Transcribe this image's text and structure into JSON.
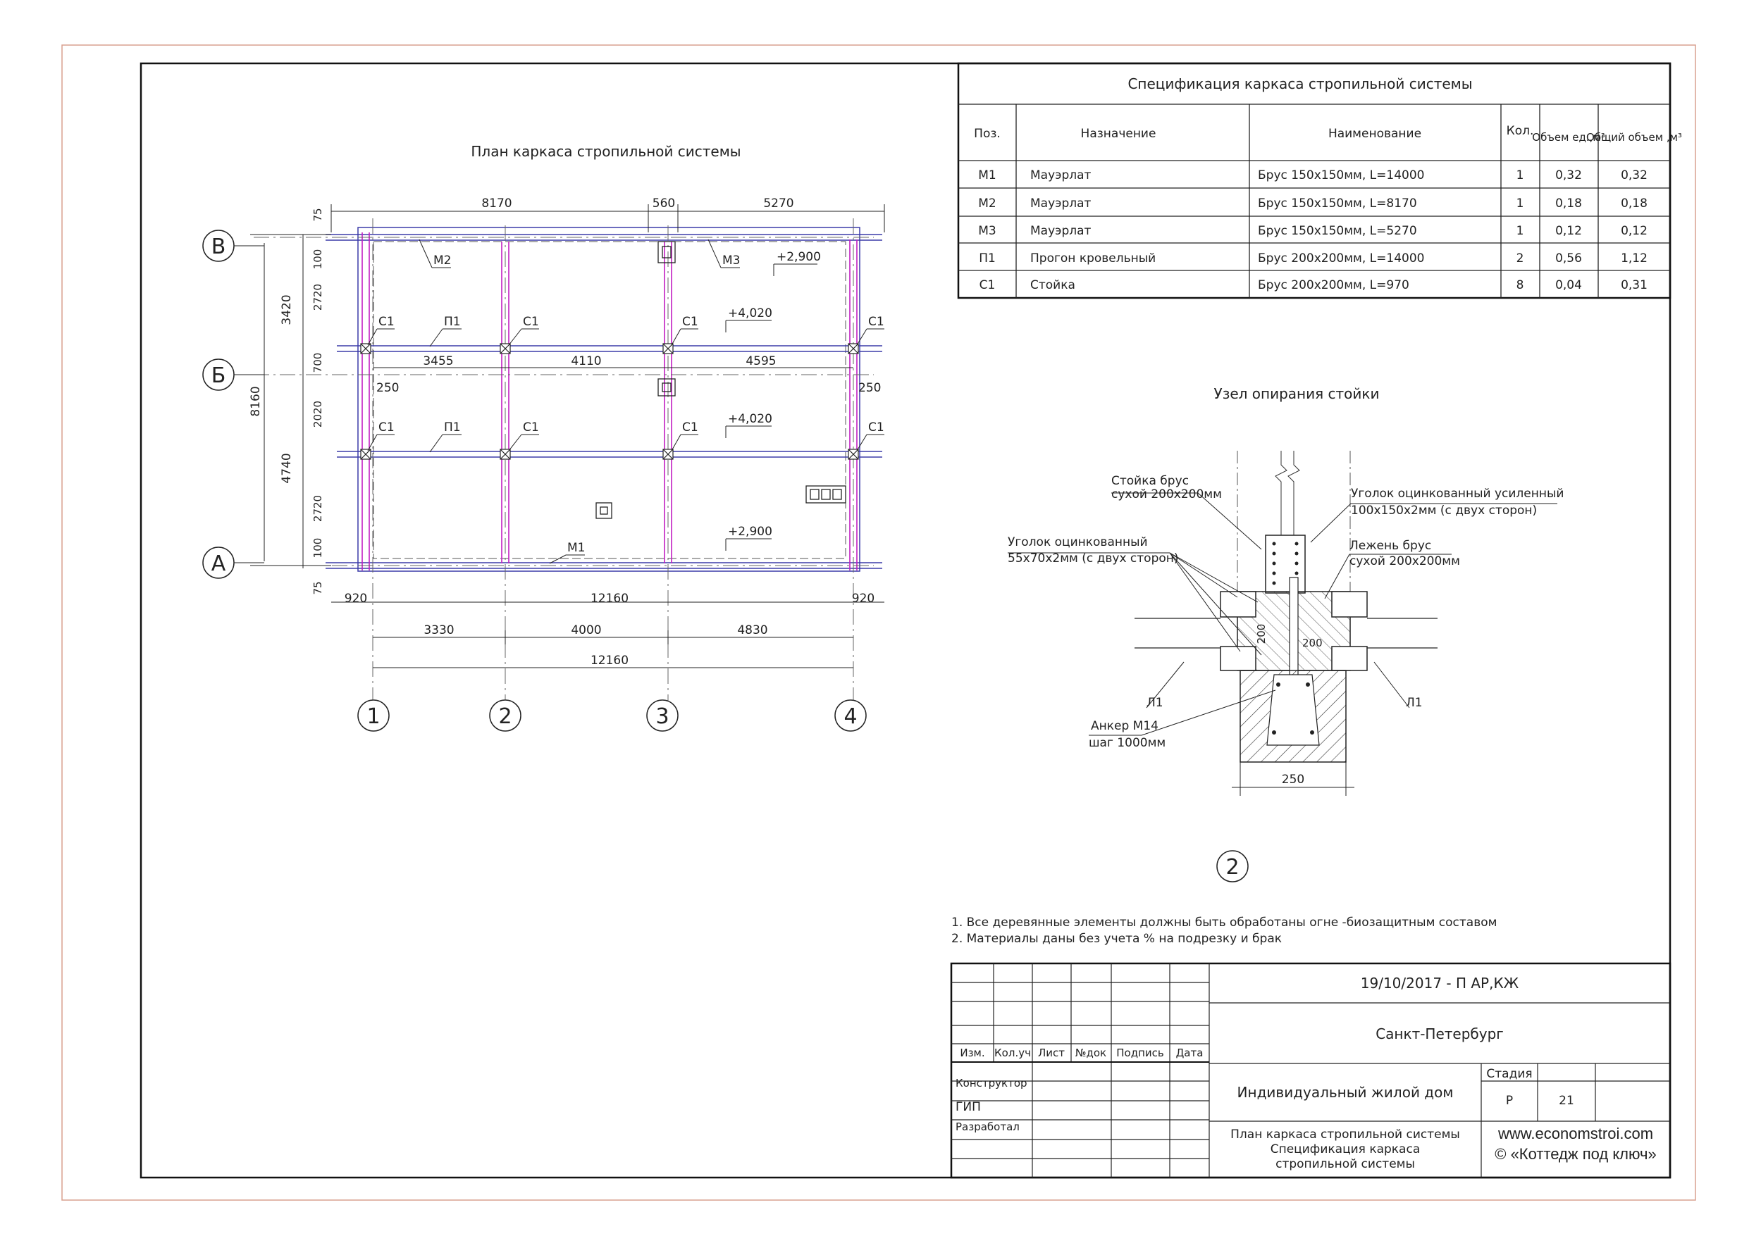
{
  "plan": {
    "title": "План каркаса стропильной системы",
    "axes_rows": [
      "В",
      "Б",
      "А"
    ],
    "axes_cols": [
      "1",
      "2",
      "3",
      "4"
    ],
    "dims_top": [
      "8170",
      "560",
      "5270"
    ],
    "dims_inner": [
      "3455",
      "4110",
      "4595"
    ],
    "dims_left_outer": [
      "3420",
      "4740"
    ],
    "dims_left_total": "8160",
    "dims_left_inner": [
      "75",
      "100",
      "2720",
      "700",
      "2020",
      "2720",
      "100",
      "75"
    ],
    "dims_bottom_1": [
      "920",
      "12160",
      "920"
    ],
    "dims_bottom_2": [
      "3330",
      "4000",
      "4830"
    ],
    "dims_bottom_3": "12160",
    "side_250": "250",
    "labels": {
      "m1": "М1",
      "m2": "М2",
      "m3": "М3",
      "p1": "П1",
      "c1": "С1"
    },
    "levels": {
      "l2900": "+2,900",
      "l4020": "+4,020"
    }
  },
  "spec": {
    "title": "Спецификация каркаса стропильной системы",
    "headers": {
      "pos": "Поз.",
      "purpose": "Назначение",
      "name": "Наименование",
      "qty": "Кол.",
      "vol1": "Объем ед.,м³",
      "vol2": "Общий объем ,м³"
    },
    "rows": [
      {
        "pos": "М1",
        "purpose": "Мауэрлат",
        "name": "Брус 150х150мм, L=14000",
        "qty": "1",
        "v1": "0,32",
        "v2": "0,32"
      },
      {
        "pos": "М2",
        "purpose": "Мауэрлат",
        "name": "Брус 150х150мм, L=8170",
        "qty": "1",
        "v1": "0,18",
        "v2": "0,18"
      },
      {
        "pos": "М3",
        "purpose": "Мауэрлат",
        "name": "Брус 150х150мм, L=5270",
        "qty": "1",
        "v1": "0,12",
        "v2": "0,12"
      },
      {
        "pos": "П1",
        "purpose": "Прогон кровельный",
        "name": "Брус 200х200мм, L=14000",
        "qty": "2",
        "v1": "0,56",
        "v2": "1,12"
      },
      {
        "pos": "С1",
        "purpose": "Стойка",
        "name": "Брус 200х200мм, L=970",
        "qty": "8",
        "v1": "0,04",
        "v2": "0,31"
      }
    ]
  },
  "node": {
    "title": "Узел опирания стойки",
    "post_1": "Стойка брус",
    "post_2": "сухой 200х200мм",
    "reinf_1": "Уголок оцинкованный усиленный",
    "reinf_2": "100х150х2мм (с двух сторон)",
    "angle_1": "Уголок оцинкованный",
    "angle_2": "55х70х2мм (с двух сторон)",
    "lezhen_1": "Лежень брус",
    "lezhen_2": "сухой 200х200мм",
    "anchor_1": "Анкер М14",
    "anchor_2": "шаг 1000мм",
    "l1": "Л1",
    "d200": "200",
    "d250": "250",
    "marker": "2"
  },
  "notes": [
    "1. Все деревянные элементы должны быть обработаны огне -биозащитным составом",
    "2. Материалы даны без учета % на подрезку и брак"
  ],
  "stamp": {
    "code": "19/10/2017 - П АР,КЖ",
    "city": "Санкт-Петербург",
    "object": "Индивидуальный жилой дом",
    "sheet_1": "План каркаса стропильной системы",
    "sheet_2": "Спецификация каркаса",
    "sheet_3": "стропильной системы",
    "cols": [
      "Изм.",
      "Кол.уч",
      "Лист",
      "№док",
      "Подпись",
      "Дата"
    ],
    "roles": [
      "Конструктор",
      "ГИП",
      "Разработал"
    ],
    "stage_label": "Стадия",
    "stage": "Р",
    "sheet_no": "21",
    "site": "www.economstroi.com",
    "copyright": "© «Коттедж под ключ»"
  }
}
